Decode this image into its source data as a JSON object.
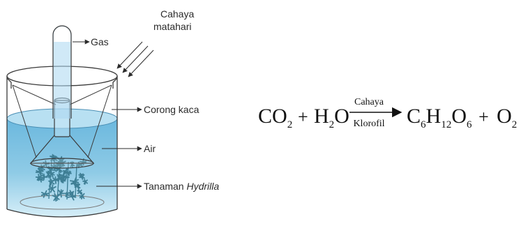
{
  "diagram": {
    "labels": {
      "gas": "Gas",
      "cahaya_line1": "Cahaya",
      "cahaya_line2": "matahari",
      "corong": "Corong kaca",
      "air": "Air",
      "tanaman_prefix": "Tanaman ",
      "tanaman_italic": "Hydrilla"
    },
    "colors": {
      "water": "#7fc4e4",
      "water_top": "#b8e0f2",
      "plant": "#3f7f95",
      "outline": "#3a3a3a"
    }
  },
  "equation": {
    "reactant1": {
      "symbol": "CO",
      "sub": "2"
    },
    "plus1": "+",
    "reactant2": {
      "h": "H",
      "h_sub": "2",
      "o": "O"
    },
    "arrow_top": "Cahaya",
    "arrow_bottom": "Klorofil",
    "product1": {
      "c": "C",
      "c_sub": "6",
      "h": "H",
      "h_sub": "12",
      "o": "O",
      "o_sub": "6"
    },
    "plus2": "+",
    "product2": {
      "symbol": "O",
      "sub": "2"
    }
  }
}
